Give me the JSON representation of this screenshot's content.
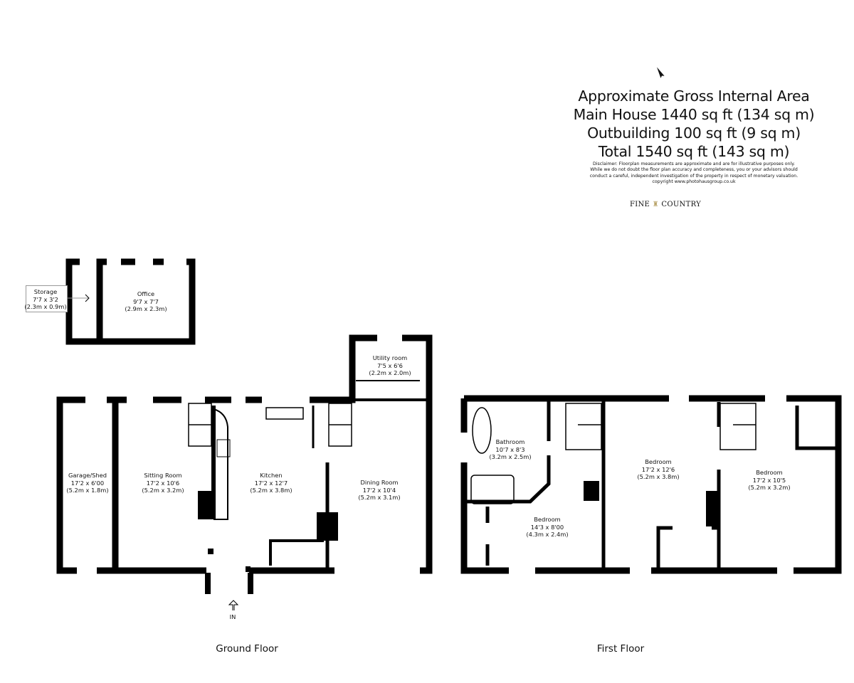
{
  "header": {
    "title": "Approximate Gross Internal Area",
    "main_house": "Main House 1440 sq ft (134 sq m)",
    "outbuilding": "Outbuilding 100 sq ft (9 sq m)",
    "total": "Total 1540 sq ft (143 sq m)",
    "disclaimer": [
      "Disclaimer: Floorplan measurements are approximate and are for illustrative purposes only.",
      "While we do not doubt the floor plan accuracy and completeness, you or your advisors should",
      "conduct a careful, independent investigation of the property in respect of monetary valuation.",
      "copyright www.photohausgroup.co.uk"
    ]
  },
  "logo": "Fine & Country",
  "logo_text": {
    "left": "FINE",
    "right": "COUNTRY"
  },
  "rooms": {
    "storage": {
      "name": "Storage",
      "imperial": "7'7 x 3'2",
      "metric": "(2.3m x 0.9m)"
    },
    "office": {
      "name": "Office",
      "imperial": "9'7 x 7'7",
      "metric": "(2.9m x 2.3m)"
    },
    "utility": {
      "name": "Utility room",
      "imperial": "7'5 x 6'6",
      "metric": "(2.2m x 2.0m)"
    },
    "garage": {
      "name": "Garage/Shed",
      "imperial": "17'2 x 6'00",
      "metric": "(5.2m x 1.8m)"
    },
    "sitting": {
      "name": "Sitting Room",
      "imperial": "17'2 x 10'6",
      "metric": "(5.2m x 3.2m)"
    },
    "kitchen": {
      "name": "Kitchen",
      "imperial": "17'2 x 12'7",
      "metric": "(5.2m x 3.8m)"
    },
    "dining": {
      "name": "Dining Room",
      "imperial": "17'2 x 10'4",
      "metric": "(5.2m x 3.1m)"
    },
    "bathroom": {
      "name": "Bathroom",
      "imperial": "10'7 x 8'3",
      "metric": "(3.2m x 2.5m)"
    },
    "bed1": {
      "name": "Bedroom",
      "imperial": "14'3 x 8'00",
      "metric": "(4.3m x 2.4m)"
    },
    "bed2": {
      "name": "Bedroom",
      "imperial": "17'2 x 12'6",
      "metric": "(5.2m x 3.8m)"
    },
    "bed3": {
      "name": "Bedroom",
      "imperial": "17'2 x 10'5",
      "metric": "(5.2m x 3.2m)"
    }
  },
  "entrance": "IN",
  "floors": {
    "ground": "Ground Floor",
    "first": "First Floor"
  }
}
